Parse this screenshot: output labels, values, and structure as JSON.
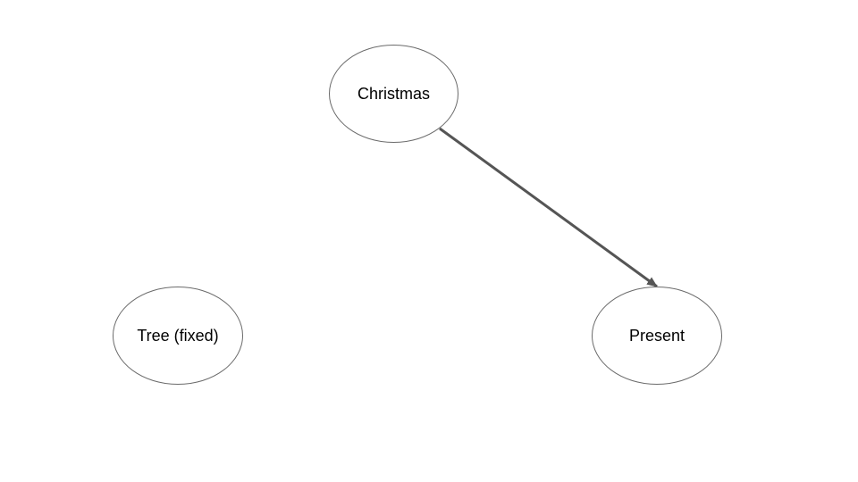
{
  "diagram": {
    "nodes": [
      {
        "id": "christmas",
        "label": "Christmas"
      },
      {
        "id": "tree",
        "label": "Tree (fixed)"
      },
      {
        "id": "present",
        "label": "Present"
      }
    ],
    "edges": [
      {
        "from": "christmas",
        "to": "present",
        "directed": true
      }
    ]
  },
  "colors": {
    "background": "#ffffff",
    "node_border": "#6b6b6b",
    "edge": "#555555",
    "text": "#000000"
  }
}
